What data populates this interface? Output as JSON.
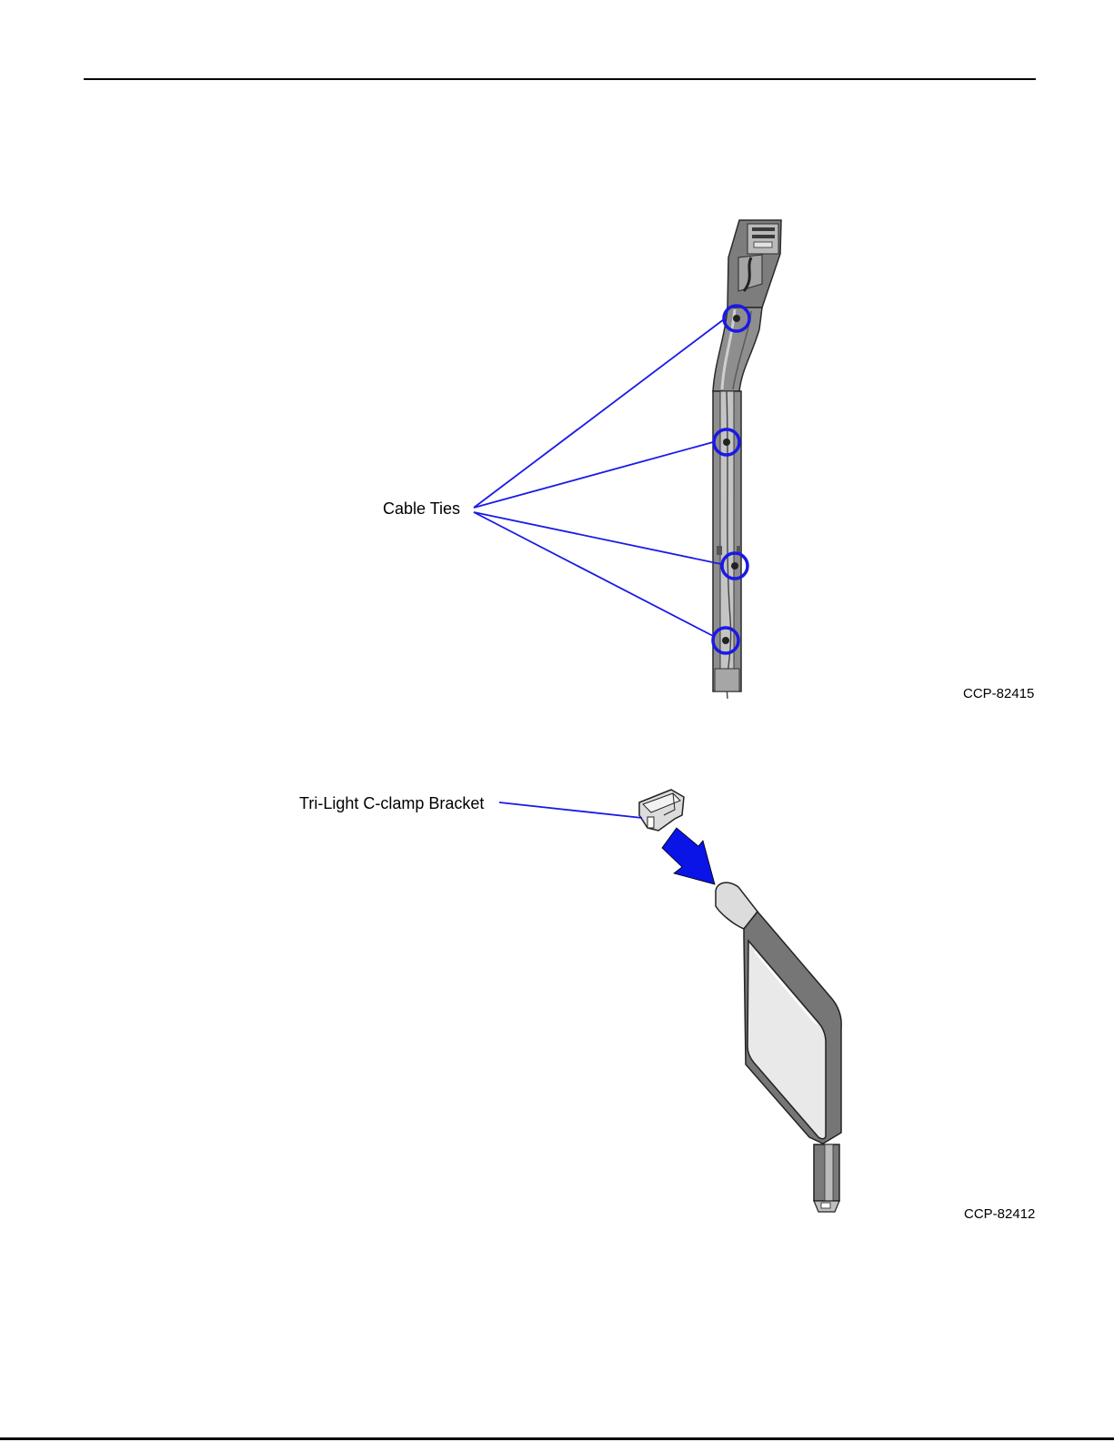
{
  "figure1": {
    "callout_label": "Cable Ties",
    "figure_id": "CCP-82415"
  },
  "figure2": {
    "callout_label": "Tri-Light C-clamp Bracket",
    "figure_id": "CCP-82412"
  },
  "colors": {
    "callout_line": "#1a1ae6",
    "arrow": "#0a14e6",
    "rule": "#000000"
  }
}
